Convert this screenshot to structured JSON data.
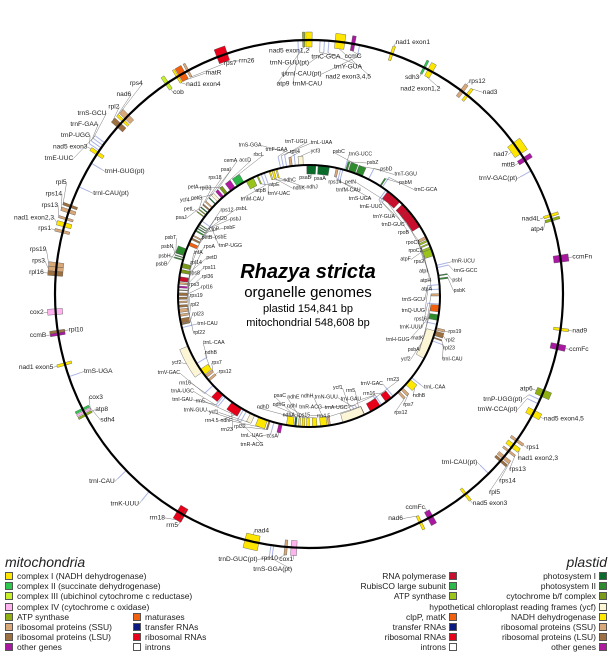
{
  "center": {
    "species": "Rhazya stricta",
    "subtitle": "organelle genomes",
    "plastid_size": "plastid 154,841 bp",
    "mito_size": "mitochondrial 548,608 bp"
  },
  "colors": {
    "mito": {
      "complex_I": "#ffe600",
      "complex_II": "#2fc84f",
      "complex_III": "#c8f028",
      "complex_IV": "#ffb4f0",
      "atp": "#8fb010",
      "ssu": "#d9a878",
      "lsu": "#9c7040",
      "other": "#a818a0",
      "maturase": "#f0600f",
      "trna": "#aab4e6",
      "rrna": "#e8001a",
      "intron": "#ffffff"
    },
    "plastid": {
      "rnapol": "#c8102e",
      "rubisco": "#2db84a",
      "atp": "#9ac31c",
      "ycf": "#fdf6d6",
      "clp": "#f0600f",
      "trna": "#aab4e6",
      "rrna": "#e8001a",
      "intron": "#ffffff",
      "ps1": "#0a6b2a",
      "ps2": "#2e8b2e",
      "cytb": "#7a9a1a",
      "nadh": "#ffe800",
      "ssu": "#d9a878",
      "lsu": "#9c7040",
      "other": "#b01aa0"
    }
  },
  "mito_genes": [
    [
      "nad1 exon1",
      "complex_I"
    ],
    [
      "rps12",
      "ssu"
    ],
    [
      "nad3",
      "complex_I"
    ],
    [
      "sdh3",
      "complex_II"
    ],
    [
      "nad2 exon1,2",
      "complex_I"
    ],
    [
      "ccmC",
      "other"
    ],
    [
      "ψtrnI-CAU(pt)",
      "trna"
    ],
    [
      "nad2 exon3,4,5",
      "complex_I"
    ],
    [
      "trnY-GUA",
      "trna"
    ],
    [
      "trnN-GUU(pt)",
      "trna"
    ],
    [
      "trnC-GCA",
      "trna"
    ],
    [
      "nad5 exon1,2",
      "complex_I"
    ],
    [
      "atp9",
      "atp"
    ],
    [
      "trnM-CAU",
      "trna"
    ],
    [
      "rrn26",
      "rrna"
    ],
    [
      "rps7",
      "ssu"
    ],
    [
      "matR",
      "maturase"
    ],
    [
      "nad1 exon4",
      "complex_I"
    ],
    [
      "cob",
      "complex_III"
    ],
    [
      "rps4",
      "ssu"
    ],
    [
      "nad6",
      "complex_I"
    ],
    [
      "rpl2",
      "lsu"
    ],
    [
      "trnE-UUC",
      "trna"
    ],
    [
      "trnS-GCU",
      "trna"
    ],
    [
      "trnF-GAA",
      "trna"
    ],
    [
      "trnP-UGG",
      "trna"
    ],
    [
      "nad5 exon3",
      "complex_I"
    ],
    [
      "trnH-GUG(pt)",
      "trna"
    ],
    [
      "trnI-CAU(pt)",
      "trna"
    ],
    [
      "rpl5",
      "lsu"
    ],
    [
      "rps14",
      "ssu"
    ],
    [
      "rps13",
      "ssu"
    ],
    [
      "nad1 exon2,3",
      "complex_I"
    ],
    [
      "rps1",
      "ssu"
    ],
    [
      "rps19",
      "ssu"
    ],
    [
      "rps3",
      "ssu"
    ],
    [
      "rpl16",
      "lsu"
    ],
    [
      "cox2",
      "complex_IV"
    ],
    [
      "ccmB",
      "other"
    ],
    [
      "rpl10",
      "lsu"
    ],
    [
      "nad1 exon5",
      "complex_I"
    ],
    [
      "trnS-UGA",
      "trna"
    ],
    [
      "sdh4",
      "complex_II"
    ],
    [
      "cox3",
      "complex_IV"
    ],
    [
      "atp8",
      "atp"
    ],
    [
      "trnI-CAU",
      "trna"
    ],
    [
      "trnK-UUU",
      "trna"
    ],
    [
      "rrn18",
      "rrna"
    ],
    [
      "rrn5",
      "rrna"
    ],
    [
      "nad4",
      "complex_I"
    ],
    [
      "trnS-GGA(pt)",
      "trna"
    ],
    [
      "trnD-GUC(pt)",
      "trna"
    ],
    [
      "rps10",
      "ssu"
    ],
    [
      "cox1",
      "complex_IV"
    ],
    [
      "nad6",
      "complex_I"
    ],
    [
      "ccmFc",
      "other"
    ],
    [
      "nad5 exon3",
      "complex_I"
    ],
    [
      "trnI-CAU(pt)",
      "trna"
    ],
    [
      "rpl5",
      "lsu"
    ],
    [
      "rps14",
      "ssu"
    ],
    [
      "rps13",
      "ssu"
    ],
    [
      "nad1 exon2,3",
      "complex_I"
    ],
    [
      "rps1",
      "ssu"
    ],
    [
      "nad5 exon4,5",
      "complex_I"
    ],
    [
      "atp6",
      "atp"
    ],
    [
      "trnP-UGG(pt)",
      "trna"
    ],
    [
      "trnW-CCA(pt)",
      "trna"
    ],
    [
      "ccmFc",
      "other"
    ],
    [
      "nad9",
      "complex_I"
    ],
    [
      "ccmFn",
      "other"
    ],
    [
      "nad4L",
      "complex_I"
    ],
    [
      "atp4",
      "atp"
    ],
    [
      "trnV-GAC(pt)",
      "trna"
    ],
    [
      "mttB",
      "other"
    ],
    [
      "nad7",
      "complex_I"
    ]
  ],
  "plastid_genes": [
    [
      "psaB",
      "ps1"
    ],
    [
      "psaA",
      "ps1"
    ],
    [
      "rps14",
      "ssu"
    ],
    [
      "trnfM-CAU",
      "trna"
    ],
    [
      "trnS-UGA",
      "trna"
    ],
    [
      "trnG-UCC",
      "trna"
    ],
    [
      "psbZ",
      "ps2"
    ],
    [
      "psbC",
      "ps2"
    ],
    [
      "psbD",
      "ps2"
    ],
    [
      "trnT-GGU",
      "trna"
    ],
    [
      "psbM",
      "ps2"
    ],
    [
      "trnC-GCA",
      "trna"
    ],
    [
      "trnE-UUC",
      "trna"
    ],
    [
      "trnY-GUA",
      "trna"
    ],
    [
      "trnD-GUC",
      "trna"
    ],
    [
      "petN",
      "cytb"
    ],
    [
      "rpoB",
      "rnapol"
    ],
    [
      "rpoC1",
      "rnapol"
    ],
    [
      "rpoC2",
      "rnapol"
    ],
    [
      "rps2",
      "ssu"
    ],
    [
      "atpI",
      "atp"
    ],
    [
      "atpH",
      "atp"
    ],
    [
      "atpF",
      "atp"
    ],
    [
      "atpA",
      "atp"
    ],
    [
      "trnR-UCU",
      "trna"
    ],
    [
      "trnG-GCC",
      "trna"
    ],
    [
      "psbI",
      "ps2"
    ],
    [
      "psbK",
      "ps2"
    ],
    [
      "trnS-GCU",
      "trna"
    ],
    [
      "trnQ-UUG",
      "trna"
    ],
    [
      "rps16",
      "ssu"
    ],
    [
      "trnK-UUU",
      "trna"
    ],
    [
      "matK",
      "clp"
    ],
    [
      "psbA",
      "ps2"
    ],
    [
      "trnH-GUG",
      "trna"
    ],
    [
      "rps19",
      "ssu"
    ],
    [
      "rpl2",
      "lsu"
    ],
    [
      "rpl23",
      "lsu"
    ],
    [
      "trnI-CAU",
      "trna"
    ],
    [
      "ycf2",
      "ycf"
    ],
    [
      "trnL-CAA",
      "trna"
    ],
    [
      "ndhB",
      "nadh"
    ],
    [
      "rps7",
      "ssu"
    ],
    [
      "rps12",
      "ssu"
    ],
    [
      "trnV-GAC",
      "trna"
    ],
    [
      "rrn16",
      "rrna"
    ],
    [
      "trnI-GAU",
      "trna"
    ],
    [
      "trnA-UGC",
      "trna"
    ],
    [
      "rrn23",
      "rrna"
    ],
    [
      "rrn4.5",
      "rrna"
    ],
    [
      "rrn5",
      "rrna"
    ],
    [
      "trnR-ACG",
      "trna"
    ],
    [
      "trnN-GUU",
      "trna"
    ],
    [
      "ycf1",
      "ycf"
    ],
    [
      "rps15",
      "ssu"
    ],
    [
      "ndhH",
      "nadh"
    ],
    [
      "ndhA",
      "nadh"
    ],
    [
      "ndhI",
      "nadh"
    ],
    [
      "ndhG",
      "nadh"
    ],
    [
      "ndhE",
      "nadh"
    ],
    [
      "psaC",
      "ps1"
    ],
    [
      "ndhD",
      "nadh"
    ],
    [
      "ccsA",
      "other"
    ],
    [
      "trnL-UAG",
      "trna"
    ],
    [
      "rpl32",
      "lsu"
    ],
    [
      "ndhF",
      "nadh"
    ],
    [
      "ycf1",
      "ycf"
    ],
    [
      "trnN-GUU",
      "trna"
    ],
    [
      "trnR-ACG",
      "trna"
    ],
    [
      "rrn5",
      "rrna"
    ],
    [
      "rrn4.5",
      "rrna"
    ],
    [
      "rrn23",
      "rrna"
    ],
    [
      "trnA-UGC",
      "trna"
    ],
    [
      "trnI-GAU",
      "trna"
    ],
    [
      "rrn16",
      "rrna"
    ],
    [
      "trnV-GAC",
      "trna"
    ],
    [
      "rps12",
      "ssu"
    ],
    [
      "rps7",
      "ssu"
    ],
    [
      "ndhB",
      "nadh"
    ],
    [
      "trnL-CAA",
      "trna"
    ],
    [
      "ycf2",
      "ycf"
    ],
    [
      "trnI-CAU",
      "trna"
    ],
    [
      "rpl23",
      "lsu"
    ],
    [
      "rpl2",
      "lsu"
    ],
    [
      "rps19",
      "ssu"
    ],
    [
      "rps3",
      "ssu"
    ],
    [
      "rpl22",
      "lsu"
    ],
    [
      "rps8",
      "ssu"
    ],
    [
      "rpl14",
      "lsu"
    ],
    [
      "rpl16",
      "lsu"
    ],
    [
      "rpl36",
      "lsu"
    ],
    [
      "infA",
      "other"
    ],
    [
      "rps11",
      "ssu"
    ],
    [
      "rpoA",
      "rnapol"
    ],
    [
      "petD",
      "cytb"
    ],
    [
      "petB",
      "cytb"
    ],
    [
      "psbH",
      "ps2"
    ],
    [
      "psbN",
      "ps2"
    ],
    [
      "psbT",
      "ps2"
    ],
    [
      "psbB",
      "ps2"
    ],
    [
      "clpP",
      "clp"
    ],
    [
      "rpl20",
      "lsu"
    ],
    [
      "rps12",
      "ssu"
    ],
    [
      "psbE",
      "ps2"
    ],
    [
      "psbF",
      "ps2"
    ],
    [
      "psbL",
      "ps2"
    ],
    [
      "psbJ",
      "ps2"
    ],
    [
      "trnP-UGG",
      "trna"
    ],
    [
      "petL",
      "cytb"
    ],
    [
      "petG",
      "cytb"
    ],
    [
      "psaJ",
      "ps1"
    ],
    [
      "rpl33",
      "lsu"
    ],
    [
      "rps18",
      "ssu"
    ],
    [
      "psaI",
      "ps1"
    ],
    [
      "ycf4",
      "ycf"
    ],
    [
      "cemA",
      "other"
    ],
    [
      "petA",
      "cytb"
    ],
    [
      "accD",
      "other"
    ],
    [
      "rbcL",
      "rubisco"
    ],
    [
      "atpB",
      "atp"
    ],
    [
      "atpE",
      "atp"
    ],
    [
      "trnM-CAU",
      "trna"
    ],
    [
      "trnV-UAC",
      "trna"
    ],
    [
      "ndhC",
      "nadh"
    ],
    [
      "ndhK",
      "nadh"
    ],
    [
      "ndhJ",
      "nadh"
    ],
    [
      "trnF-GAA",
      "trna"
    ],
    [
      "trnL-UAA",
      "trna"
    ],
    [
      "trnT-UGU",
      "trna"
    ],
    [
      "rps4",
      "ssu"
    ],
    [
      "trnS-GGA",
      "trna"
    ],
    [
      "ycf3",
      "ycf"
    ]
  ],
  "legend": {
    "mito": {
      "title": "mitochondria",
      "items": [
        {
          "label": "complex I (NADH dehydrogenase)",
          "key": "complex_I"
        },
        {
          "label": "complex II (succinate dehydrogenase)",
          "key": "complex_II"
        },
        {
          "label": "complex III (ubichinol cytochrome c reductase)",
          "key": "complex_III"
        },
        {
          "label": "complex IV (cytochrome c oxidase)",
          "key": "complex_IV"
        },
        {
          "label": "ATP synthase",
          "key": "atp"
        },
        {
          "label": "maturases",
          "key": "maturase"
        },
        {
          "label": "ribosomal proteins (SSU)",
          "key": "ssu"
        },
        {
          "label": "transfer RNAs",
          "key": "trna_legend"
        },
        {
          "label": "ribosomal proteins (LSU)",
          "key": "lsu"
        },
        {
          "label": "ribosomal RNAs",
          "key": "rrna"
        },
        {
          "label": "other genes",
          "key": "other"
        },
        {
          "label": "introns",
          "key": "intron"
        }
      ]
    },
    "plastid": {
      "title": "plastid",
      "items": [
        {
          "label": "RNA polymerase",
          "key": "rnapol"
        },
        {
          "label": "photosystem I",
          "key": "ps1"
        },
        {
          "label": "RubisCO large subunit",
          "key": "rubisco"
        },
        {
          "label": "photosystem II",
          "key": "ps2"
        },
        {
          "label": "ATP synthase",
          "key": "atp"
        },
        {
          "label": "cytochrome b/f complex",
          "key": "cytb"
        },
        {
          "label": "hypothetical chloroplast reading frames (ycf)",
          "key": "ycf"
        },
        {
          "label": "clpP, matK",
          "key": "clp"
        },
        {
          "label": "NADH dehydrogenase",
          "key": "nadh"
        },
        {
          "label": "transfer RNAs",
          "key": "trna_legend"
        },
        {
          "label": "ribosomal proteins (SSU)",
          "key": "ssu"
        },
        {
          "label": "ribosomal RNAs",
          "key": "rrna"
        },
        {
          "label": "ribosomal proteins (LSU)",
          "key": "lsu"
        },
        {
          "label": "introns",
          "key": "intron"
        },
        {
          "label": "other genes",
          "key": "other"
        }
      ]
    },
    "trna_legend_color": "#0a1a80"
  }
}
